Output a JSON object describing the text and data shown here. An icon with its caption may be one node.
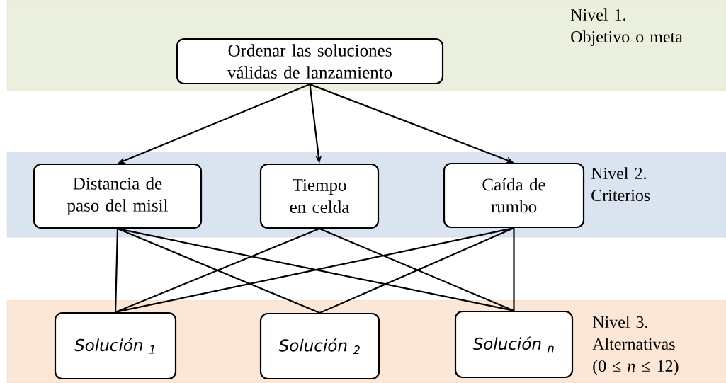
{
  "diagram": {
    "nodes": [
      {
        "text": [
          "Nivel 1. Objetivo o meta"
        ]
      },
      {
        "text": [
          "Ordenar las soluciones válidas de lanzamiento"
        ],
        "in": 0
      },
      {
        "text": [
          "Nivel 2. Criterios"
        ]
      },
      {
        "text": [
          "Distancia de paso del misil"
        ],
        "in": 2
      },
      {
        "text": [
          "Tiempo en celda"
        ],
        "in": 2
      },
      {
        "text": [
          "Caída de rumbo"
        ],
        "in": 2
      },
      {
        "text": [
          "Nivel 3. Alternativas (0 ≤ *n* ≤ 12)"
        ]
      },
      {
        "text": [
          "Solución $_{1}$"
        ],
        "in": 6
      },
      {
        "text": [
          "Solución $_{2}$"
        ],
        "in": 6
      },
      {
        "text": [
          "Solución $_{n}$"
        ],
        "in": 6
      }
    ],
    "edges": [
      {
        "from": 1,
        "to": 3,
        "arrow": "to"
      },
      {
        "from": 1,
        "to": 4,
        "arrow": "to"
      },
      {
        "from": 1,
        "to": 5,
        "arrow": "to"
      },
      {
        "from": 3,
        "to": 7,
        "arrow": "none"
      },
      {
        "from": 3,
        "to": 8,
        "arrow": "none"
      },
      {
        "from": 3,
        "to": 9,
        "arrow": "none"
      },
      {
        "from": 4,
        "to": 7,
        "arrow": "none"
      },
      {
        "from": 4,
        "to": 9,
        "arrow": "none"
      },
      {
        "from": 5,
        "to": 7,
        "arrow": "none"
      },
      {
        "from": 5,
        "to": 8,
        "arrow": "none"
      },
      {
        "from": 5,
        "to": 9,
        "arrow": "none"
      }
    ]
  }
}
